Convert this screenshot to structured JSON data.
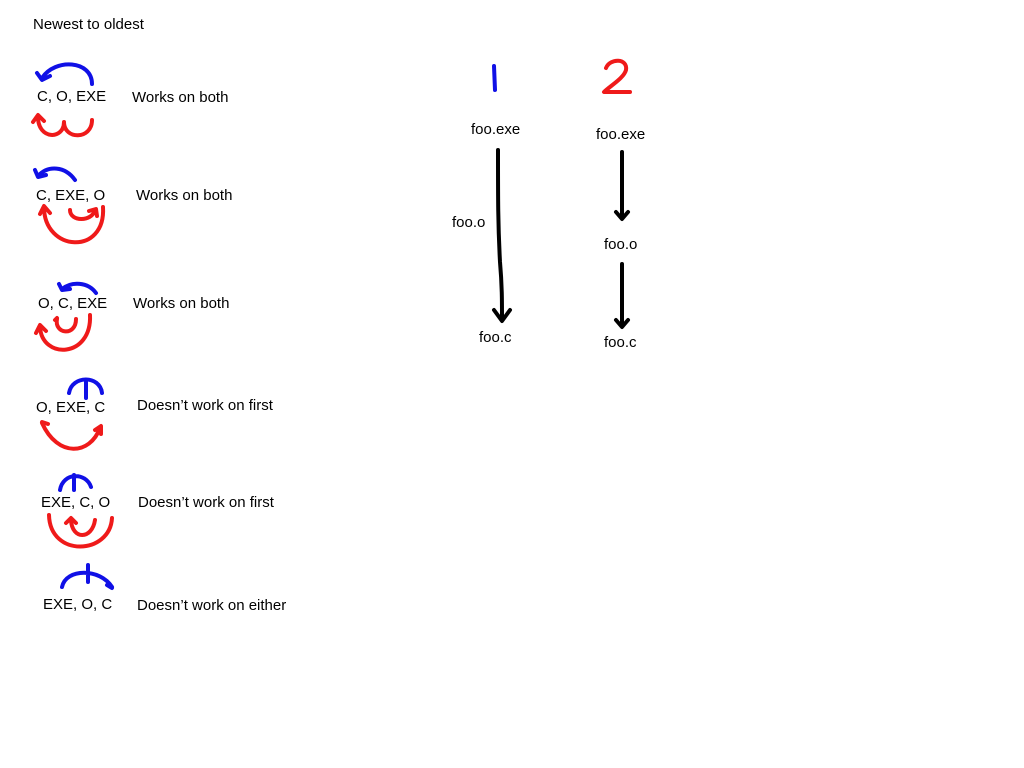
{
  "heading": "Newest to oldest",
  "colors": {
    "ink": "#000000",
    "newer_arrow": "#1010e6",
    "older_arrow": "#ef1a1a",
    "column_number": "#ef1a1a",
    "column_one": "#1010e6"
  },
  "orderings": [
    {
      "order": "C, O, EXE",
      "result": "Works on both"
    },
    {
      "order": "C, EXE, O",
      "result": "Works on both"
    },
    {
      "order": "O, C, EXE",
      "result": "Works on both"
    },
    {
      "order": "O, EXE, C",
      "result": "Doesn’t work on first"
    },
    {
      "order": "EXE, C, O",
      "result": "Doesn’t work on first"
    },
    {
      "order": "EXE, O, C",
      "result": "Doesn’t work on either"
    }
  ],
  "graphs": [
    {
      "number": "1",
      "nodes": [
        "foo.exe",
        "foo.c"
      ],
      "edge_label": "foo.o"
    },
    {
      "number": "2",
      "nodes": [
        "foo.exe",
        "foo.o",
        "foo.c"
      ]
    }
  ]
}
